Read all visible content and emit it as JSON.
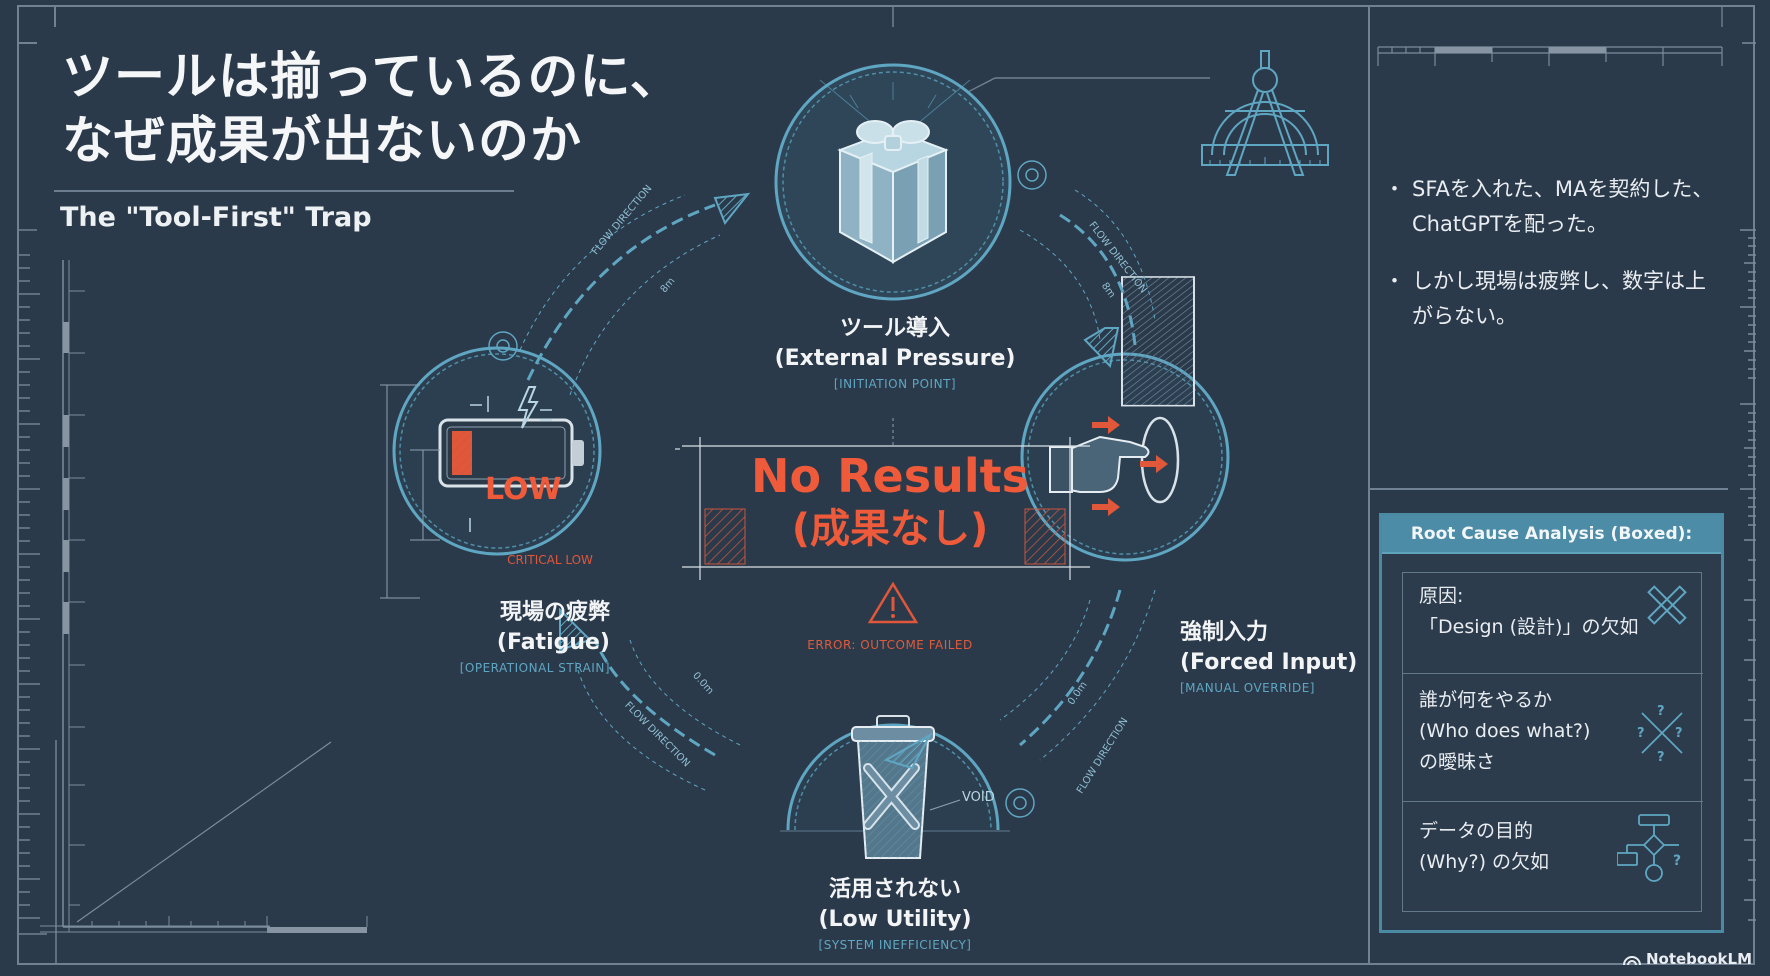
{
  "header": {
    "title_line1": "ツールは揃っているのに、",
    "title_line2": "なぜ成果が出ないのか",
    "subtitle": "The \"Tool-First\" Trap"
  },
  "cycle": {
    "nodes": [
      {
        "id": "tool-introduction",
        "jp": "ツール導入",
        "en": "(External Pressure)",
        "tag": "[INITIATION POINT]",
        "icon": "gift-box-icon"
      },
      {
        "id": "forced-input",
        "jp": "強制入力",
        "en": "(Forced Input)",
        "tag": "[MANUAL OVERRIDE]",
        "icon": "hand-pushing-icon"
      },
      {
        "id": "low-utility",
        "jp": "活用されない",
        "en": "(Low Utility)",
        "tag": "[SYSTEM INEFFICIENCY]",
        "icon": "trash-can-icon",
        "icon_label": "VOID"
      },
      {
        "id": "fatigue",
        "jp": "現場の疲弊",
        "en": "(Fatigue)",
        "tag": "[OPERATIONAL STRAIN]",
        "icon": "low-battery-icon",
        "icon_label": "LOW",
        "icon_caption": "CRITICAL LOW"
      }
    ],
    "arrow_label": "FLOW DIRECTION",
    "arrow_dims": [
      "8m",
      "8m",
      "0.0m",
      "0.0m"
    ],
    "center": {
      "main": "No Results",
      "sub": "(成果なし)",
      "error": "ERROR: OUTCOME FAILED"
    }
  },
  "sidebar": {
    "bullets": [
      "SFAを入れた、MAを契約した、ChatGPTを配った。",
      "しかし現場は疲弊し、数字は上がらない。"
    ],
    "root_cause": {
      "title": "Root Cause Analysis (Boxed):",
      "items": [
        {
          "line1": "原因:",
          "line2": "「Design (設計)」の欠如",
          "icon": "pencil-ruler-icon"
        },
        {
          "line1": "誰が何をやるか",
          "line2": "(Who does what?)",
          "line3": "の曖昧さ",
          "icon": "crossed-arrows-question-icon"
        },
        {
          "line1": "データの目的",
          "line2": "(Why?) の欠如",
          "icon": "flowchart-question-icon"
        }
      ]
    }
  },
  "watermark": "NotebookLM",
  "colors": {
    "background": "#2b3a4a",
    "line": "#6f8192",
    "accent_blue": "#5fa6c2",
    "accent_red": "#ef5b3a",
    "box_header": "#4d8ca6"
  }
}
